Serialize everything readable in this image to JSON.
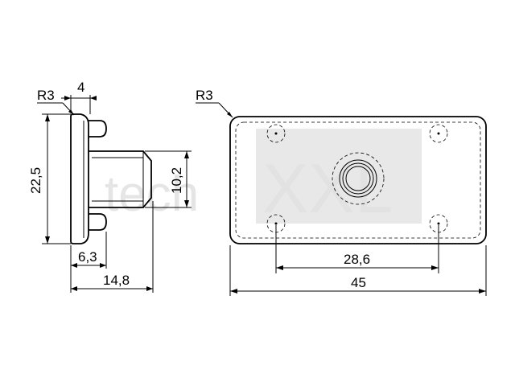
{
  "watermark": {
    "part1": "tech",
    "part2": "XXL"
  },
  "side_view": {
    "radius_label": "R3",
    "top_width_label": "4",
    "height_label": "22,5",
    "thread_diameter_label": "10,2",
    "bottom_inner_label": "6,3",
    "bottom_total_label": "14,8"
  },
  "front_view": {
    "radius_label": "R3",
    "hole_spacing_label": "28,6",
    "width_label": "45"
  }
}
